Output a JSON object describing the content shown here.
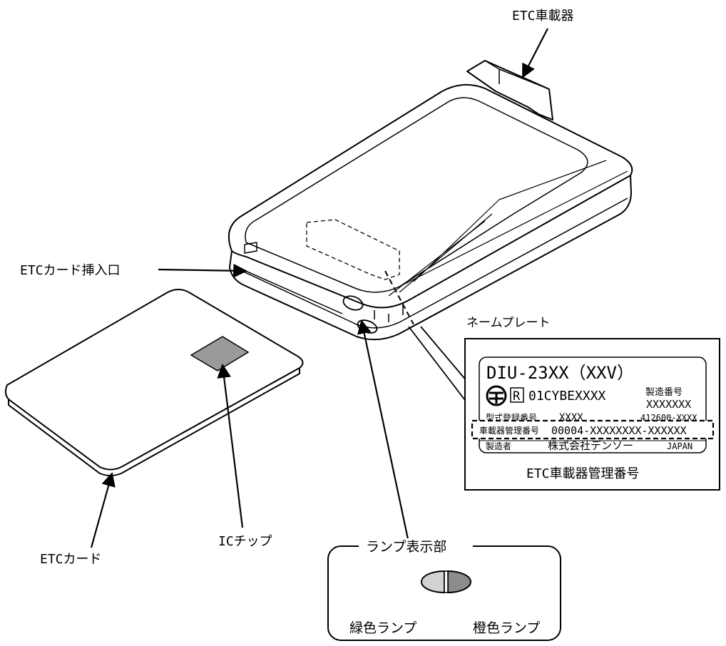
{
  "labels": {
    "etc_unit": "ETC車載器",
    "card_slot": "ETCカード挿入口",
    "etc_card": "ETCカード",
    "ic_chip": "ICチップ",
    "nameplate": "ネームプレート",
    "management_number": "ETC車載器管理番号",
    "lamp_display": "ランプ表示部",
    "green_lamp": "緑色ランプ",
    "orange_lamp": "橙色ランプ"
  },
  "nameplate": {
    "model": "DIU-23XX（XXV）",
    "r_mark": "R",
    "cert_code": "01CYBEXXXX",
    "serial_label": "製造番号",
    "serial_value": "XXXXXXX",
    "type_reg_label": "型式登録番号",
    "type_reg_value": "XXXX",
    "type_reg_code": "412600-XXXX",
    "mgmt_label": "車載器管理番号",
    "mgmt_value": "00004-XXXXXXXX-XXXXXX",
    "maker_label": "製造者",
    "maker_name": "株式会社デンソー",
    "country": "JAPAN"
  },
  "colors": {
    "line": "#000000",
    "chip": "#9a9a9a",
    "green_lamp": "#d2d2d2",
    "orange_lamp": "#8c8c8c"
  }
}
